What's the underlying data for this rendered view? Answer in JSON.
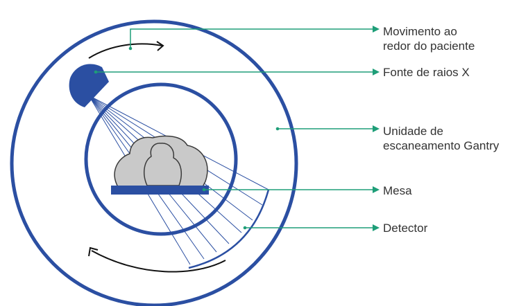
{
  "colors": {
    "gantry_blue": "#2b4fa2",
    "leader_green": "#1e9e78",
    "patient_fill": "#c9c9c9",
    "patient_stroke": "#3a3a3a",
    "arrow_black": "#111111",
    "label_text": "#333333"
  },
  "labels": {
    "movement": {
      "line1": "Movimento ao",
      "line2": "redor do paciente"
    },
    "source": {
      "line1": "Fonte de raios X"
    },
    "gantry": {
      "line1": "Unidade de",
      "line2": "escaneamento Gantry"
    },
    "table": {
      "line1": "Mesa"
    },
    "detector": {
      "line1": "Detector"
    }
  }
}
